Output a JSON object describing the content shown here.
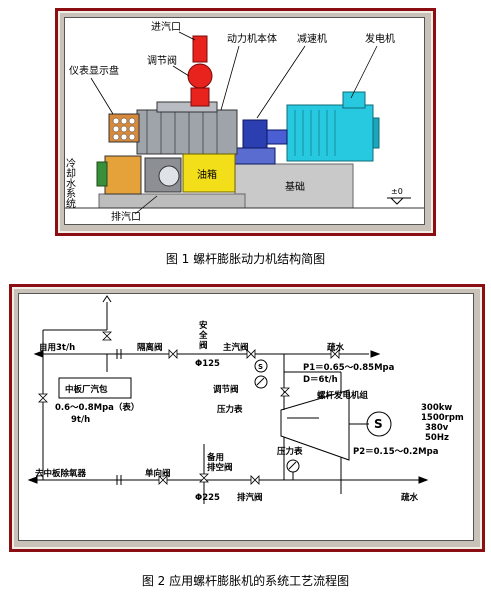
{
  "figure1": {
    "caption": "图 1   螺杆膨胀动力机结构简图",
    "labels": {
      "inlet": "进汽口",
      "valve": "调节阀",
      "engine_body": "动力机本体",
      "reducer": "减速机",
      "generator": "发电机",
      "instrument_panel": "仪表显示盘",
      "cooling": "冷却水系统",
      "oil_tank": "油箱",
      "foundation": "基础",
      "exhaust": "排汽口",
      "level": "±0"
    },
    "colors": {
      "inlet_pipe": "#e8221c",
      "generator": "#26c9e0",
      "reducer": "#2b3fb0",
      "oil_tank": "#f2df1a",
      "frame": "#8b0f12"
    }
  },
  "figure2": {
    "caption": "图 2   应用螺杆膨胀机的系统工艺流程图",
    "labels": {
      "self_use": "自用3t/h",
      "isolation_valve": "隔离阀",
      "safety_valve": "安全阀",
      "main_valve": "主汽阀",
      "sparse_water_top": "疏水",
      "d125": "Φ125",
      "p1": "P1＝0.65～0.85Mpa",
      "d_flow": "D＝6t/h",
      "control_valve": "调节阀",
      "unit": "螺杆发电机组",
      "pressure_gauge1": "压力表",
      "boiler": "中板厂汽包",
      "boiler_pressure": "0.6～0.8Mpa（表）",
      "boiler_flow": "9t/h",
      "gen_power": "300kw",
      "gen_rpm": "1500rpm",
      "gen_volt": "380v",
      "gen_freq": "50Hz",
      "p2": "P2＝0.15～0.2Mpa",
      "pressure_gauge2": "压力表",
      "standby_valve": "备用",
      "standby_valve2": "排空阀",
      "deaerator": "去中板除氧器",
      "check_valve": "单向阀",
      "d225": "Φ225",
      "exhaust_valve": "排汽阀",
      "sparse_water_bottom": "疏水"
    }
  }
}
